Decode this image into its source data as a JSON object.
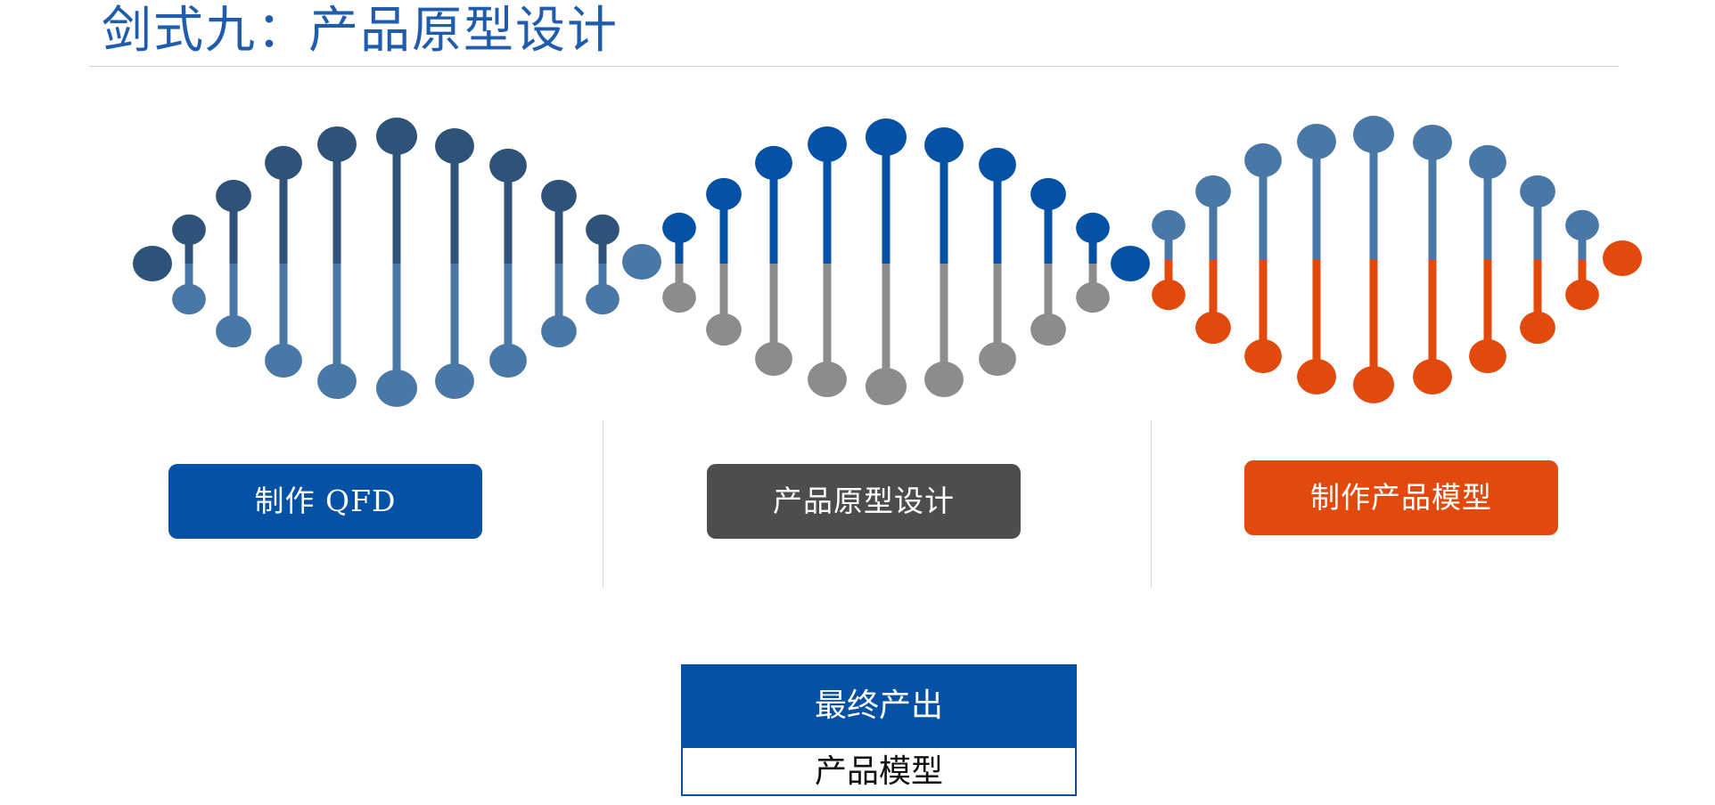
{
  "page": {
    "title": "剑式九：产品原型设计"
  },
  "diagram": {
    "helix_groups": [
      {
        "name": "group-1",
        "top_color": "#2e5278",
        "bottom_color": "#4a78a6"
      },
      {
        "name": "group-2",
        "top_color": "#0451a5",
        "bottom_color": "#8c8c8c"
      },
      {
        "name": "group-3",
        "top_color": "#4a78a6",
        "bottom_color": "#e2490c"
      }
    ],
    "steps": [
      {
        "label": "制作 QFD",
        "color": "#0451a5"
      },
      {
        "label": "产品原型设计",
        "color": "#4d4d4d"
      },
      {
        "label": "制作产品模型",
        "color": "#e2490c"
      }
    ]
  },
  "output": {
    "header": "最终产出",
    "value": "产品模型"
  }
}
